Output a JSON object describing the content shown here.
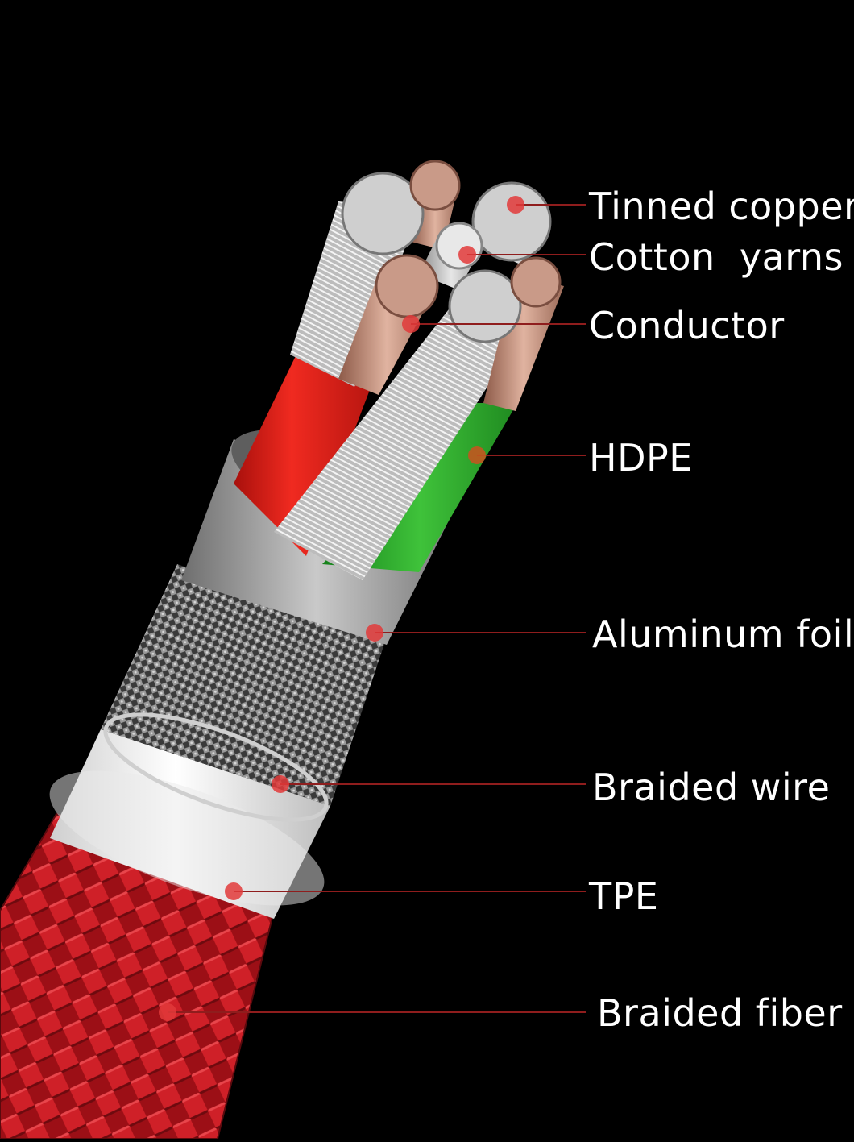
{
  "diagram": {
    "labels": [
      {
        "id": "tinned-copper",
        "text": "Tinned copper"
      },
      {
        "id": "cotton-yarns",
        "text": "Cotton  yarns"
      },
      {
        "id": "conductor",
        "text": "Conductor"
      },
      {
        "id": "hdpe",
        "text": "HDPE"
      },
      {
        "id": "aluminum-foil",
        "text": "Aluminum foil"
      },
      {
        "id": "braided-wire",
        "text": "Braided wire"
      },
      {
        "id": "tpe",
        "text": "TPE"
      },
      {
        "id": "braided-fiber",
        "text": "Braided fiber"
      }
    ],
    "colors": {
      "background": "#000000",
      "leader_line": "#8f1d1d",
      "marker": "#e23a3a",
      "label_text": "#ffffff",
      "red_insulation": "#e8231c",
      "green_insulation": "#2fae2a",
      "braided_fiber": "#b3121a",
      "tpe": "#f2f2f2",
      "aluminum_foil": "#a9a9a9"
    }
  }
}
